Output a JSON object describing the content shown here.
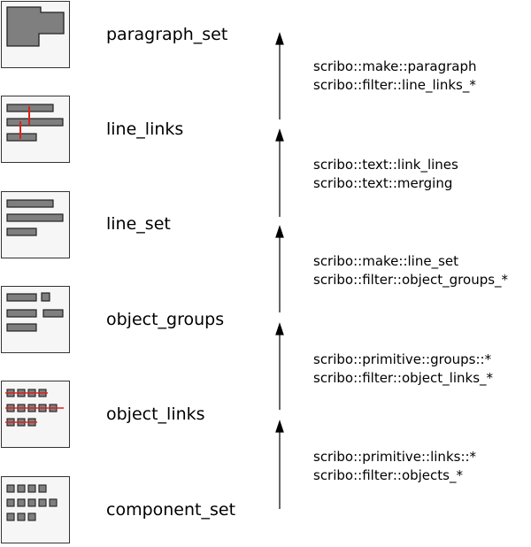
{
  "stages": [
    {
      "name": "paragraph_set"
    },
    {
      "name": "line_links"
    },
    {
      "name": "line_set"
    },
    {
      "name": "object_groups"
    },
    {
      "name": "object_links"
    },
    {
      "name": "component_set"
    }
  ],
  "transitions": [
    {
      "ops": [
        "scribo::make::paragraph",
        "scribo::filter::line_links_*"
      ]
    },
    {
      "ops": [
        "scribo::text::link_lines",
        "scribo::text::merging"
      ]
    },
    {
      "ops": [
        "scribo::make::line_set",
        "scribo::filter::object_groups_*"
      ]
    },
    {
      "ops": [
        "scribo::primitive::groups::*",
        "scribo::filter::object_links_*"
      ]
    },
    {
      "ops": [
        "scribo::primitive::links::*",
        "scribo::filter::objects_*"
      ]
    }
  ],
  "colors": {
    "block_fill": "#7f7f7f",
    "link_color": "#e0201b",
    "outline": "#222222",
    "thumb_bg": "#f6f6f6",
    "arrow": "#000000"
  }
}
